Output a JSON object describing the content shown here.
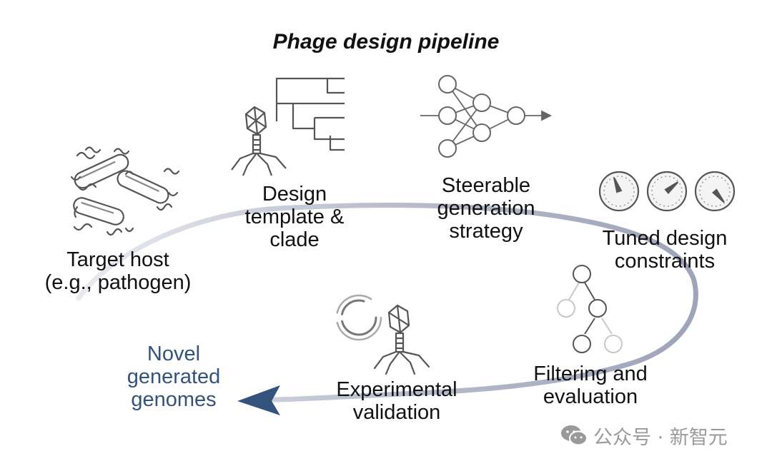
{
  "title": "Phage design pipeline",
  "stages": {
    "target_host": [
      "Target host",
      "(e.g., pathogen)"
    ],
    "design_template": [
      "Design",
      "template &",
      "clade"
    ],
    "steerable_generation": [
      "Steerable",
      "generation",
      "strategy"
    ],
    "tuned_constraints": [
      "Tuned design",
      "constraints"
    ],
    "filtering": [
      "Filtering and",
      "evaluation"
    ],
    "experimental_validation": [
      "Experimental",
      "validation"
    ]
  },
  "output": [
    "Novel",
    "generated",
    "genomes"
  ],
  "watermark": "公众号 · 新智元",
  "icons": {
    "target_host": "bacteria-icon",
    "design_template": "phage-tree-icon",
    "steerable_generation": "neural-network-icon",
    "tuned_constraints": "gauge-dials-icon",
    "filtering": "decision-tree-icon",
    "experimental_validation": "phage-validation-icon",
    "watermark": "wechat-icon"
  },
  "colors": {
    "flow_path": "#b8bccc",
    "arrow_head": "#33537d",
    "output_text": "#33537d",
    "icon_stroke": "#555555",
    "faded_icon": "#c8c8c8",
    "watermark": "#9a9a9a"
  }
}
